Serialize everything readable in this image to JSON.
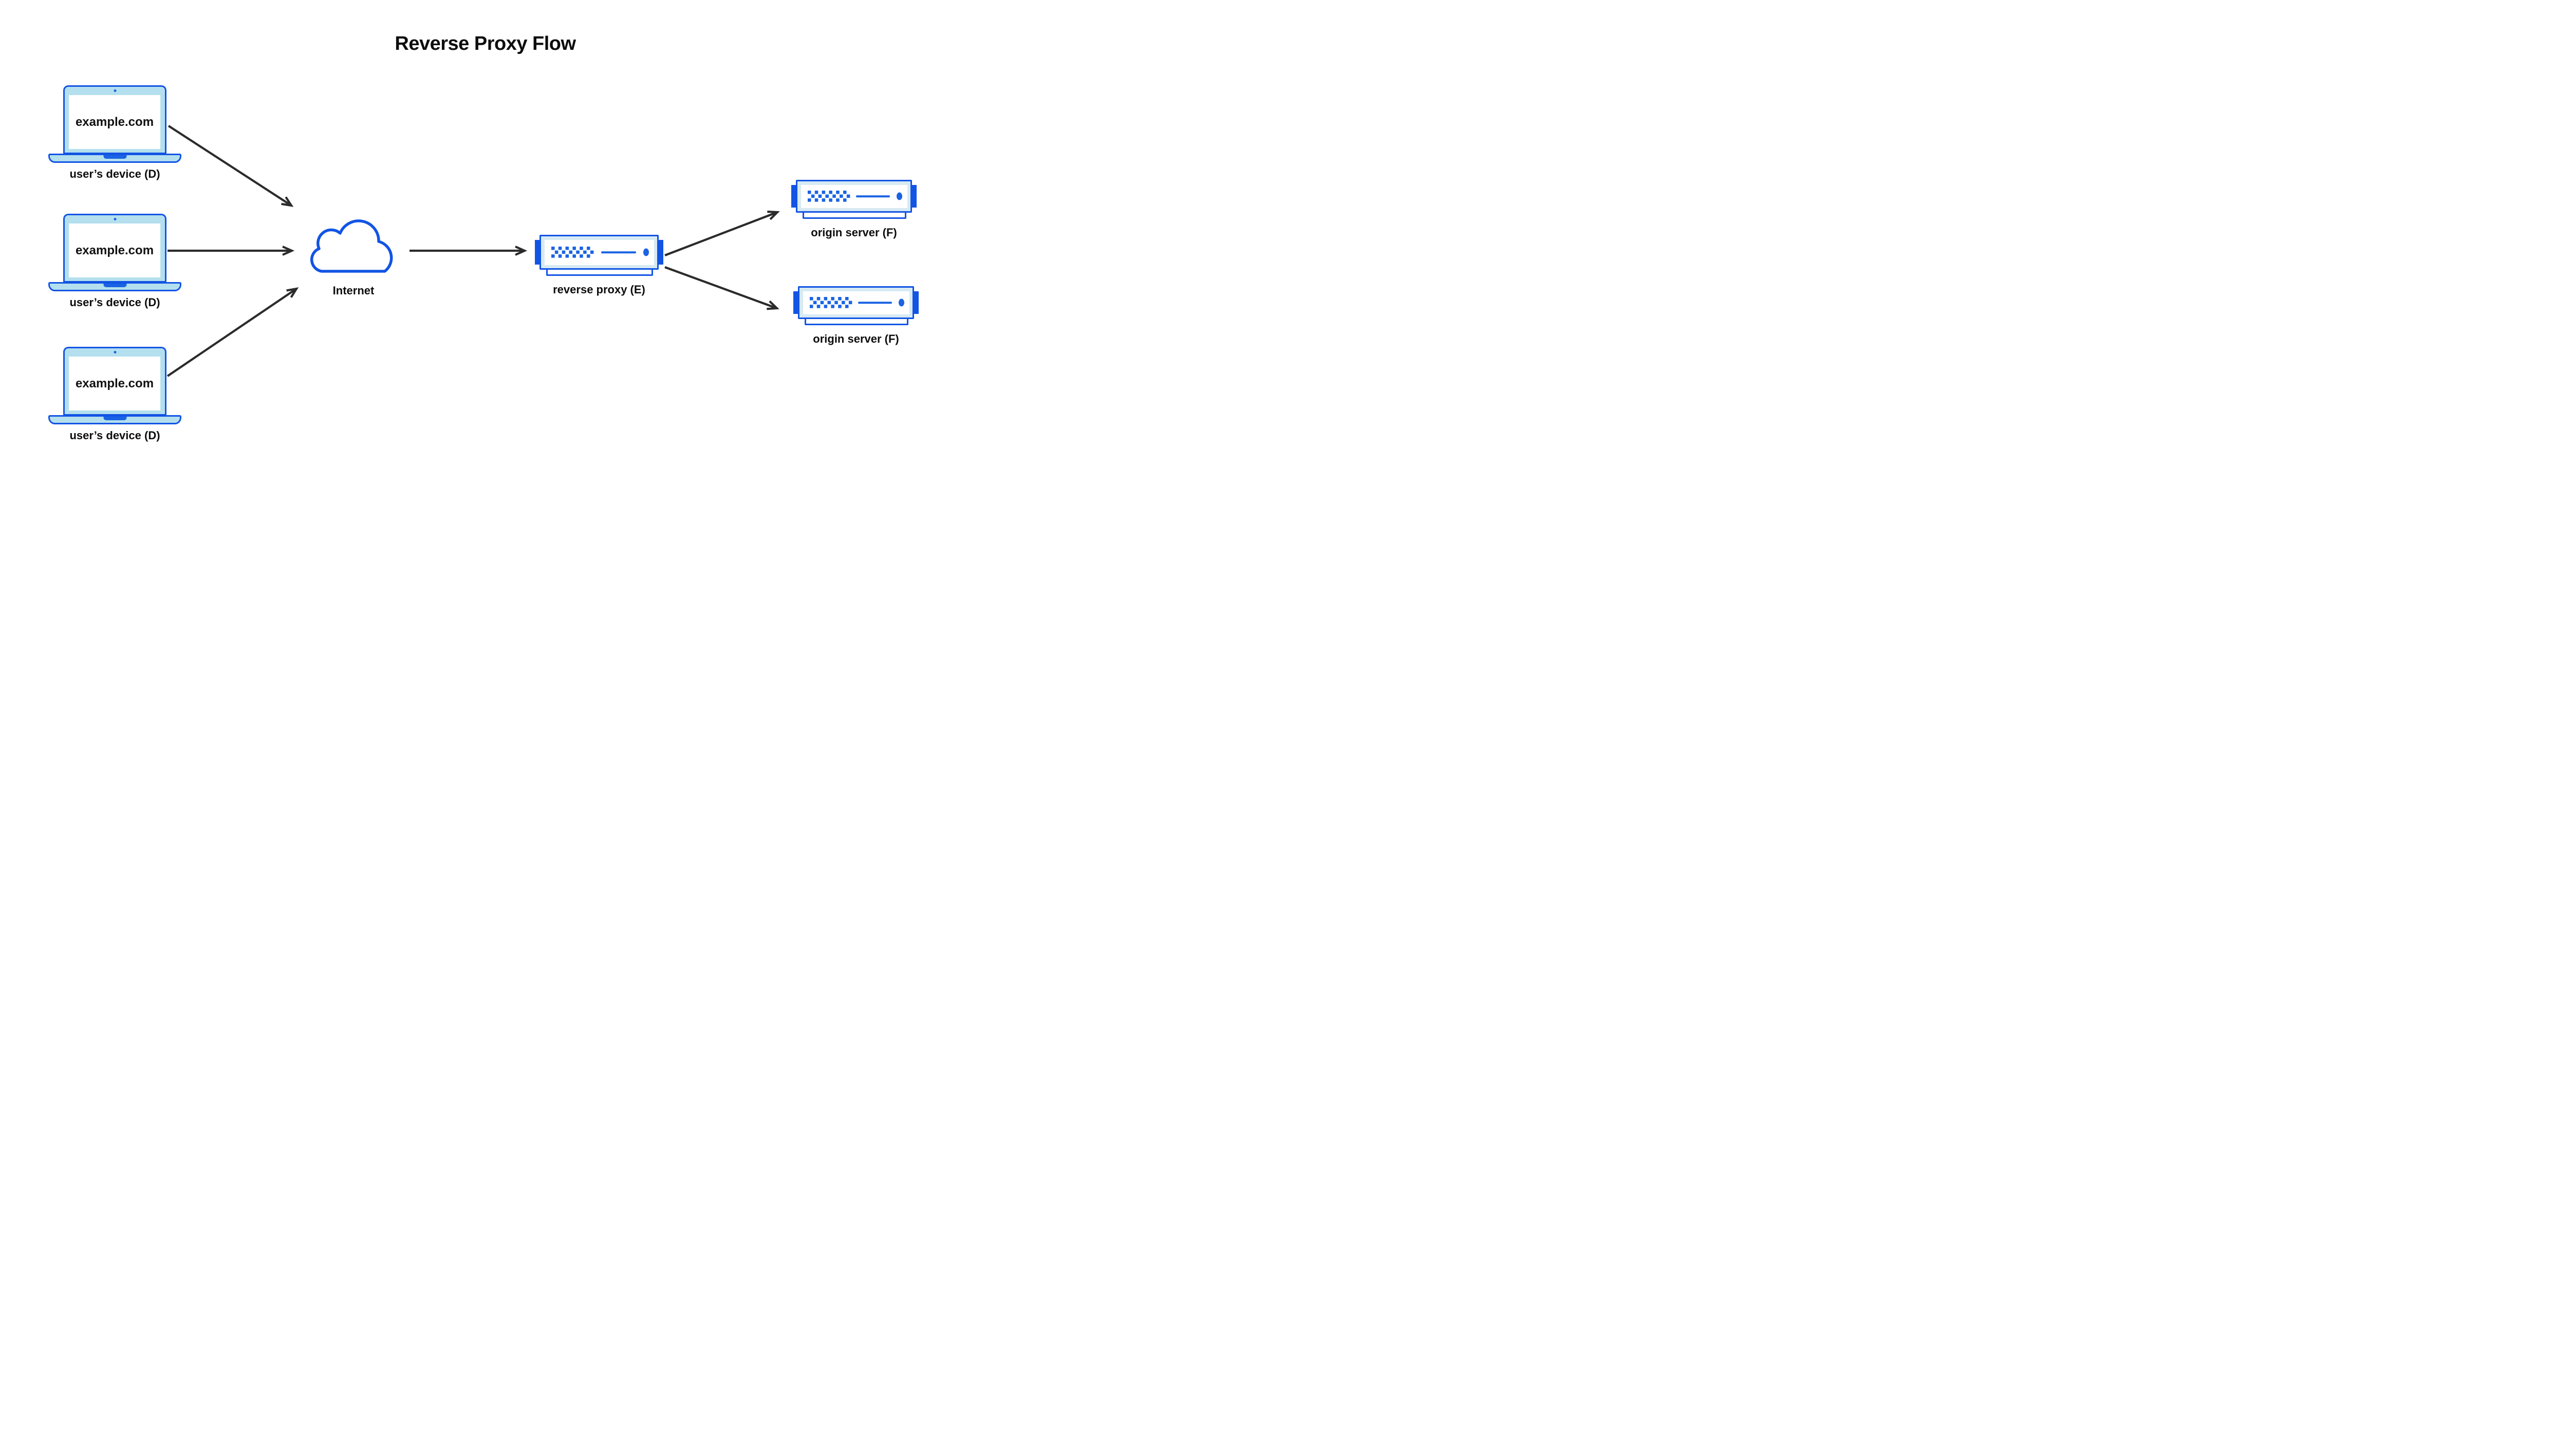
{
  "title": "Reverse Proxy Flow",
  "colors": {
    "stroke_blue": "#1254e4",
    "accent_blue": "#1a63e3",
    "device_fill_light_blue": "#b4dfee",
    "server_fill_light_blue": "#d7eaf4",
    "arrow_black": "#2b2b2b",
    "text_black": "#0d0d0d",
    "background": "#ffffff"
  },
  "nodes": {
    "devices": [
      {
        "screen_text": "example.com",
        "label": "user’s device (D)"
      },
      {
        "screen_text": "example.com",
        "label": "user’s device (D)"
      },
      {
        "screen_text": "example.com",
        "label": "user’s device (D)"
      }
    ],
    "internet": {
      "label": "Internet"
    },
    "reverse_proxy": {
      "label": "reverse proxy (E)"
    },
    "origin_servers": [
      {
        "label": "origin server (F)"
      },
      {
        "label": "origin server (F)"
      }
    ]
  },
  "connections": [
    {
      "from": "user’s device (D) #1",
      "to": "Internet"
    },
    {
      "from": "user’s device (D) #2",
      "to": "Internet"
    },
    {
      "from": "user’s device (D) #3",
      "to": "Internet"
    },
    {
      "from": "Internet",
      "to": "reverse proxy (E)"
    },
    {
      "from": "reverse proxy (E)",
      "to": "origin server (F) #1"
    },
    {
      "from": "reverse proxy (E)",
      "to": "origin server (F) #2"
    }
  ]
}
